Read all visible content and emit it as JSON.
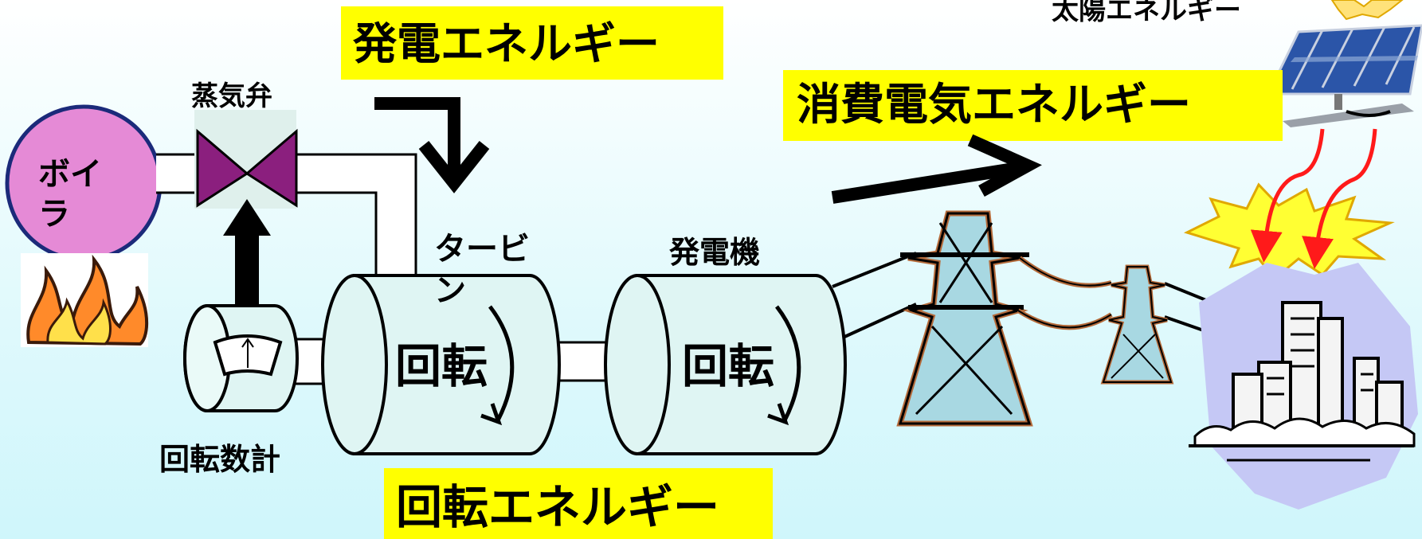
{
  "labels": {
    "solar_energy": "太陽エネルギー",
    "generation_energy": "発電エネルギー",
    "consumed_energy": "消費電気エネルギー",
    "steam_valve": "蒸気弁",
    "boiler_line1": "ボイ",
    "boiler_line2": "ラ",
    "turbine_line1": "タービ",
    "turbine_line2": "ン",
    "generator": "発電機",
    "turbine_rotation": "回転",
    "generator_rotation": "回転",
    "tachometer": "回転数計",
    "rotation_energy": "回転エネルギー"
  },
  "colors": {
    "highlight": "#ffff00",
    "boiler": "#e58ad6",
    "valve": "#8b1f7e",
    "cylinder": "#dff5f3",
    "arrow_red": "#ff1a1a"
  },
  "icons": [
    "fire-icon",
    "solar-panel-icon",
    "sun-icon",
    "transmission-tower-icon",
    "city-buildings-icon",
    "burst-icon"
  ]
}
